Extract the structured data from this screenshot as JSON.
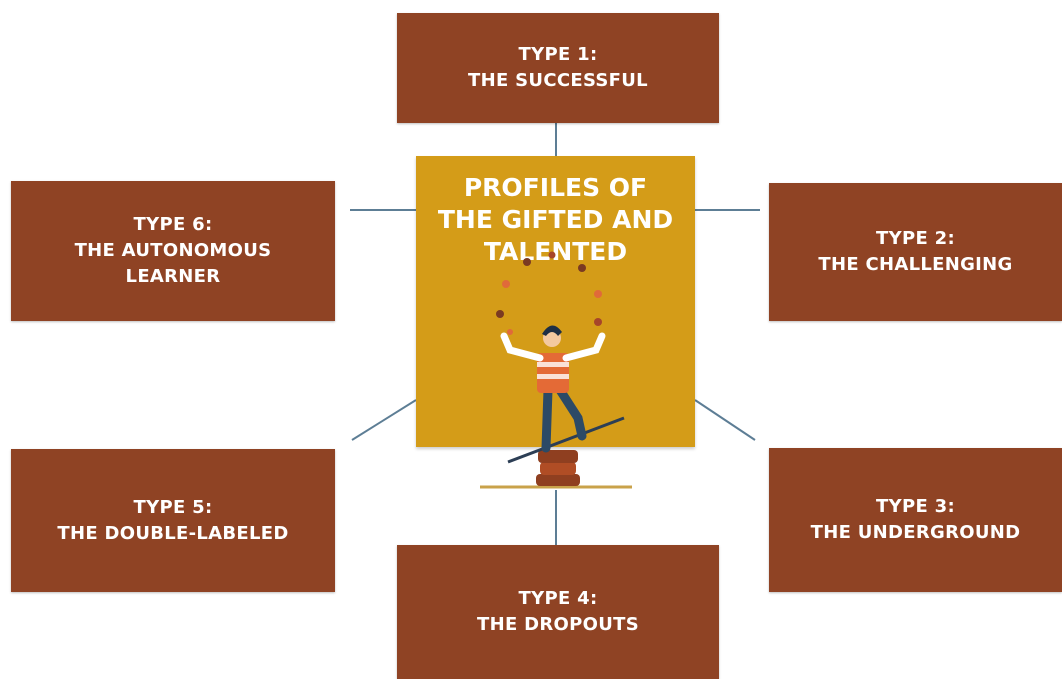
{
  "center": {
    "lines": [
      "PROFILES OF",
      "THE GIFTED AND",
      "TALENTED"
    ]
  },
  "types": [
    {
      "id": "b1",
      "name": "type-1",
      "line1": "TYPE 1:",
      "line2": "THE SUCCESSFUL",
      "line3": ""
    },
    {
      "id": "b2",
      "name": "type-2",
      "line1": "TYPE 2:",
      "line2": "THE CHALLENGING",
      "line3": ""
    },
    {
      "id": "b3",
      "name": "type-3",
      "line1": "TYPE 3:",
      "line2": "THE UNDERGROUND",
      "line3": ""
    },
    {
      "id": "b4",
      "name": "type-4",
      "line1": "TYPE 4:",
      "line2": "THE DROPOUTS",
      "line3": ""
    },
    {
      "id": "b5",
      "name": "type-5",
      "line1": "TYPE 5:",
      "line2": "THE DOUBLE-LABELED",
      "line3": ""
    },
    {
      "id": "b6",
      "name": "type-6",
      "line1": "TYPE 6:",
      "line2": "THE AUTONOMOUS",
      "line3": "LEARNER"
    }
  ],
  "colors": {
    "box": "#8f4324",
    "center": "#d49c18",
    "connector": "#5d7e95"
  },
  "icons": [
    "juggler-illustration"
  ]
}
